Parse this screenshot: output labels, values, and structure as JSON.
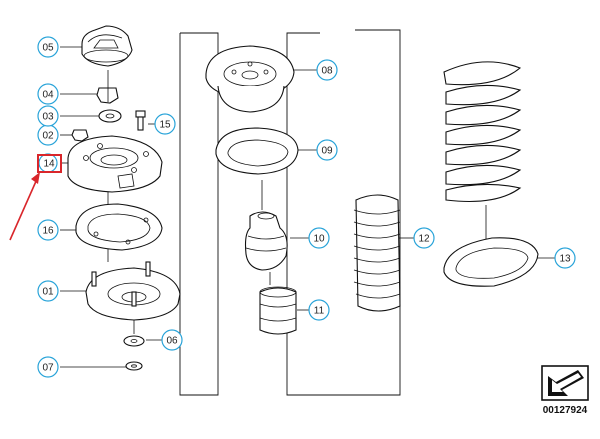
{
  "diagram": {
    "document_number": "00127924",
    "highlight_color": "#d9262b",
    "callout_color": "#2aa4d9",
    "highlighted_part": "14",
    "callouts": {
      "p01": "01",
      "p02": "02",
      "p03": "03",
      "p04": "04",
      "p05": "05",
      "p06": "06",
      "p07": "07",
      "p08": "08",
      "p09": "09",
      "p10": "10",
      "p11": "11",
      "p12": "12",
      "p13": "13",
      "p14": "14",
      "p15": "15",
      "p16": "16"
    }
  }
}
